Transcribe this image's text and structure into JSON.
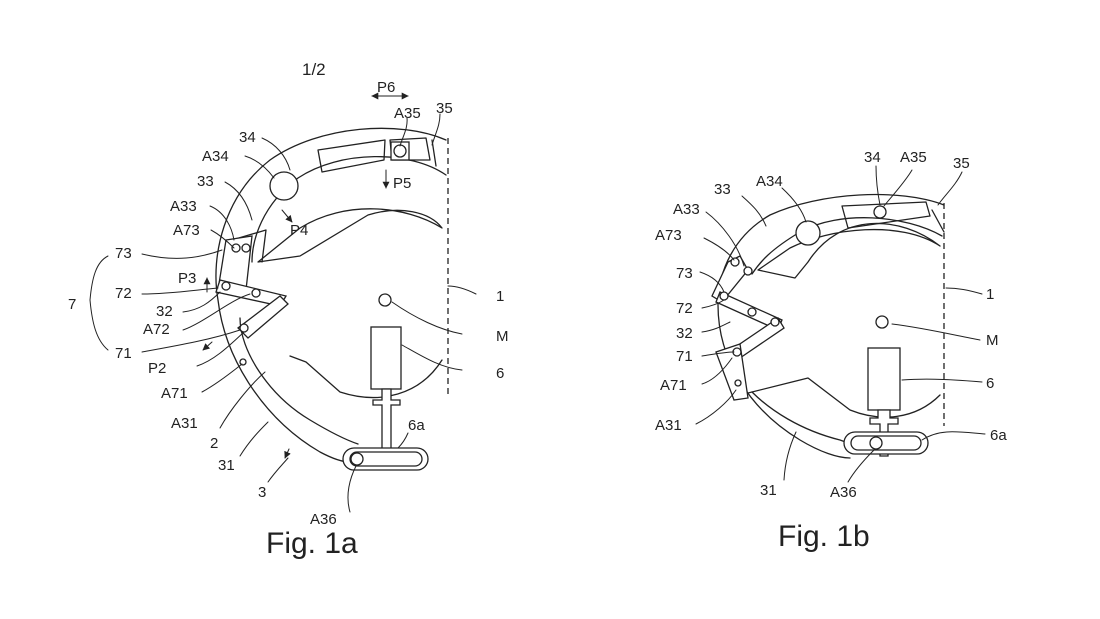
{
  "page_number": "1/2",
  "figure_a": {
    "caption": "Fig. 1a",
    "labels": {
      "P6": "P6",
      "A35": "A35",
      "n35": "35",
      "A34": "A34",
      "n34": "34",
      "P5": "P5",
      "n33": "33",
      "A33": "A33",
      "P4": "P4",
      "A73": "A73",
      "n73": "73",
      "P3": "P3",
      "n7": "7",
      "n72": "72",
      "n32": "32",
      "A72": "A72",
      "n71": "71",
      "P2": "P2",
      "A71": "A71",
      "A31": "A31",
      "n2": "2",
      "n31": "31",
      "n3": "3",
      "A36": "A36",
      "n6a": "6a",
      "n6": "6",
      "M": "M",
      "n1": "1"
    }
  },
  "figure_b": {
    "caption": "Fig. 1b",
    "labels": {
      "n34": "34",
      "A35": "A35",
      "n35": "35",
      "A34": "A34",
      "n33": "33",
      "A33": "A33",
      "A73": "A73",
      "n73": "73",
      "n72": "72",
      "n32": "32",
      "n71": "71",
      "A71": "A71",
      "A31": "A31",
      "n31": "31",
      "A36": "A36",
      "n6a": "6a",
      "n6": "6",
      "M": "M",
      "n1": "1"
    }
  }
}
